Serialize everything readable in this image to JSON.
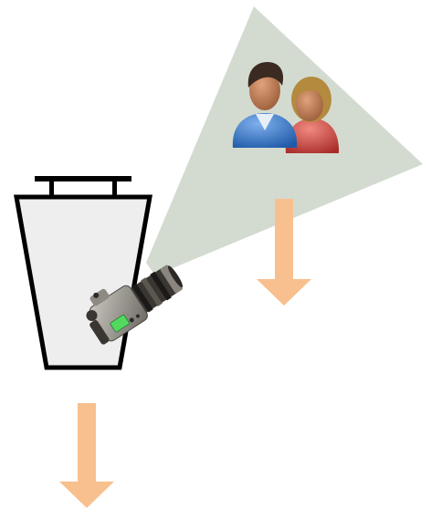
{
  "colors": {
    "background": "#ffffff",
    "view_cone": "#d3dbd0",
    "arrow": "#f8c08f",
    "container_fill": "#eeeeee",
    "container_stroke": "#000000",
    "person_blue": "#2f73c4",
    "person_red": "#c8413c",
    "skin": "#b6784f",
    "hair_dark": "#3a2a22",
    "hair_blond": "#b48a3e",
    "camera_body": "#9a9690",
    "camera_dark": "#2d2a26",
    "camera_screen": "#52d960"
  },
  "elements": {
    "container": {
      "shape": "trapezoid-bucket",
      "has_handle": true
    },
    "camera": {
      "icon": "dslr-camera-icon",
      "orientation": "tilted"
    },
    "view_cone": {
      "shape": "triangle"
    },
    "people": {
      "icon": "user-couple-icon",
      "count": 2
    },
    "arrows": [
      {
        "id": "arrow-under-people",
        "direction": "down"
      },
      {
        "id": "arrow-under-container",
        "direction": "down"
      }
    ]
  }
}
